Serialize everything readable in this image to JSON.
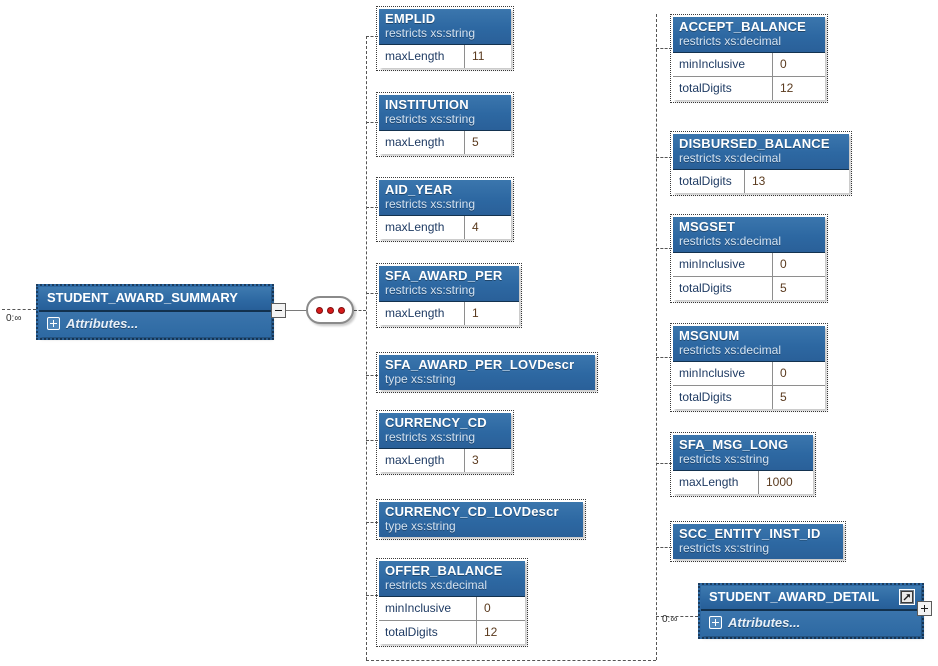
{
  "diagram": {
    "title": "STUDENT_AWARD_SUMMARY XML schema diagram",
    "colors": {
      "header_blue": "#2f6aa4",
      "header_blue_light": "#3e7ab0",
      "header_border": "#12314e",
      "facet_key_text": "#1f3b63",
      "facet_value_text": "#5a3a1e",
      "sequence_dot_red": "#d71b1b",
      "connector_line": "#555555",
      "background": "#ffffff"
    }
  },
  "root": {
    "name": "STUDENT_AWARD_SUMMARY",
    "attributes_label": "Attributes...",
    "cardinality": "0:∞",
    "attributes_icon": "plus-square-icon",
    "collapse_icon": "minus-expander-icon"
  },
  "sequence": {
    "name": "sequence-compositor",
    "dots": 3
  },
  "children": [
    {
      "name": "EMPLID",
      "type_line": "restricts  xs:string",
      "facets": [
        {
          "key": "maxLength",
          "value": "11"
        }
      ]
    },
    {
      "name": "INSTITUTION",
      "type_line": "restricts  xs:string",
      "facets": [
        {
          "key": "maxLength",
          "value": "5"
        }
      ]
    },
    {
      "name": "AID_YEAR",
      "type_line": "restricts  xs:string",
      "facets": [
        {
          "key": "maxLength",
          "value": "4"
        }
      ]
    },
    {
      "name": "SFA_AWARD_PER",
      "type_line": "restricts  xs:string",
      "facets": [
        {
          "key": "maxLength",
          "value": "1"
        }
      ]
    },
    {
      "name": "SFA_AWARD_PER_LOVDescr",
      "type_line": "type  xs:string",
      "facets": []
    },
    {
      "name": "CURRENCY_CD",
      "type_line": "restricts  xs:string",
      "facets": [
        {
          "key": "maxLength",
          "value": "3"
        }
      ]
    },
    {
      "name": "CURRENCY_CD_LOVDescr",
      "type_line": "type  xs:string",
      "facets": []
    },
    {
      "name": "OFFER_BALANCE",
      "type_line": "restricts  xs:decimal",
      "facets": [
        {
          "key": "minInclusive",
          "value": "0"
        },
        {
          "key": "totalDigits",
          "value": "12"
        }
      ]
    },
    {
      "name": "ACCEPT_BALANCE",
      "type_line": "restricts  xs:decimal",
      "facets": [
        {
          "key": "minInclusive",
          "value": "0"
        },
        {
          "key": "totalDigits",
          "value": "12"
        }
      ]
    },
    {
      "name": "DISBURSED_BALANCE",
      "type_line": "restricts  xs:decimal",
      "facets": [
        {
          "key": "totalDigits",
          "value": "13"
        }
      ]
    },
    {
      "name": "MSGSET",
      "type_line": "restricts  xs:decimal",
      "facets": [
        {
          "key": "minInclusive",
          "value": "0"
        },
        {
          "key": "totalDigits",
          "value": "5"
        }
      ]
    },
    {
      "name": "MSGNUM",
      "type_line": "restricts  xs:decimal",
      "facets": [
        {
          "key": "minInclusive",
          "value": "0"
        },
        {
          "key": "totalDigits",
          "value": "5"
        }
      ]
    },
    {
      "name": "SFA_MSG_LONG",
      "type_line": "restricts  xs:string",
      "facets": [
        {
          "key": "maxLength",
          "value": "1000"
        }
      ]
    },
    {
      "name": "SCC_ENTITY_INST_ID",
      "type_line": "restricts  xs:string",
      "facets": []
    }
  ],
  "detail": {
    "name": "STUDENT_AWARD_DETAIL",
    "attributes_label": "Attributes...",
    "cardinality": "0:∞",
    "reference_icon": "external-reference-icon",
    "attributes_icon": "plus-square-icon",
    "expand_icon": "plus-expander-icon"
  }
}
